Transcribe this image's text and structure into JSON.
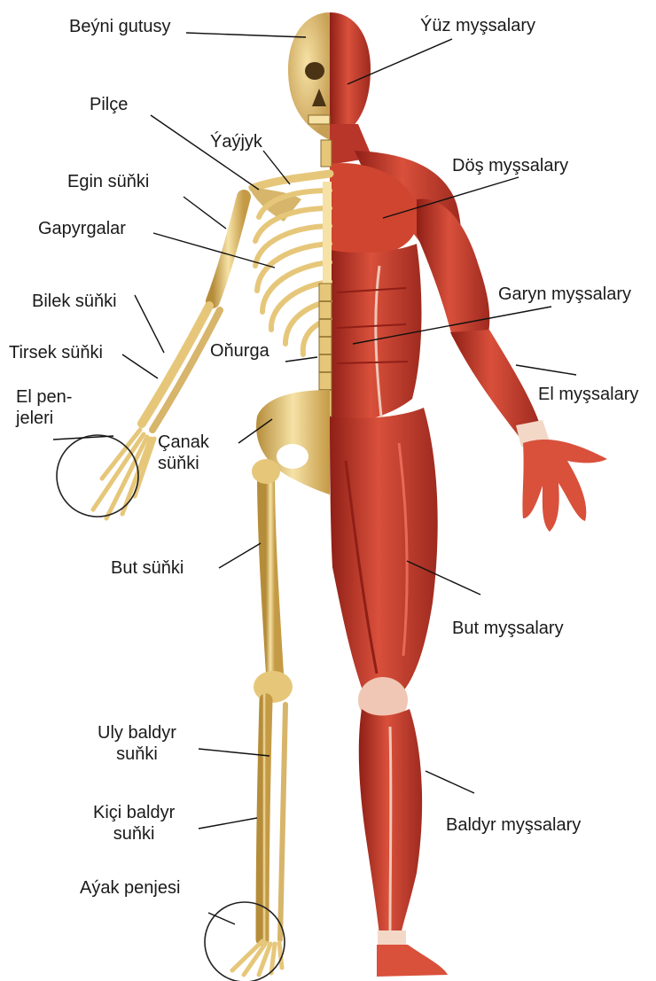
{
  "colors": {
    "bone": "#e6c77a",
    "bone_dark": "#b58d3a",
    "bone_light": "#f6e2a6",
    "muscle": "#cc3a2a",
    "muscle_dark": "#8f1f17",
    "muscle_light": "#e86a55",
    "tendon": "#f3d8c8",
    "leader": "#111111"
  },
  "labels": {
    "beyni_gutusy": "Beýni gutusy",
    "yuz_myssalary": "Ýüz myşsalary",
    "pilce": "Pilçe",
    "yayjyk": "Ýaýjyk",
    "dos_myssalary": "Döş myşsalary",
    "egin_sunki": "Egin süňki",
    "gapyrgalar": "Gapyrgalar",
    "garyn_myssalary": "Garyn myşsalary",
    "bilek_sunki": "Bilek süňki",
    "onurga": "Oňurga",
    "tirsek_sunki": "Tirsek süňki",
    "el_myssalary": "El myşsalary",
    "el_penjeleri_1": "El pen-",
    "el_penjeleri_2": "jeleri",
    "canak_sunki_1": "Çanak",
    "canak_sunki_2": "süňki",
    "but_sunki": "But süňki",
    "but_myssalary": "But myşsalary",
    "uly_baldyr_1": "Uly baldyr",
    "uly_baldyr_2": "suňki",
    "kici_baldyr_1": "Kiçi baldyr",
    "kici_baldyr_2": "suňki",
    "baldyr_myssalary": "Baldyr myşsalary",
    "ayak_penjesi": "Aýak penjesi"
  }
}
